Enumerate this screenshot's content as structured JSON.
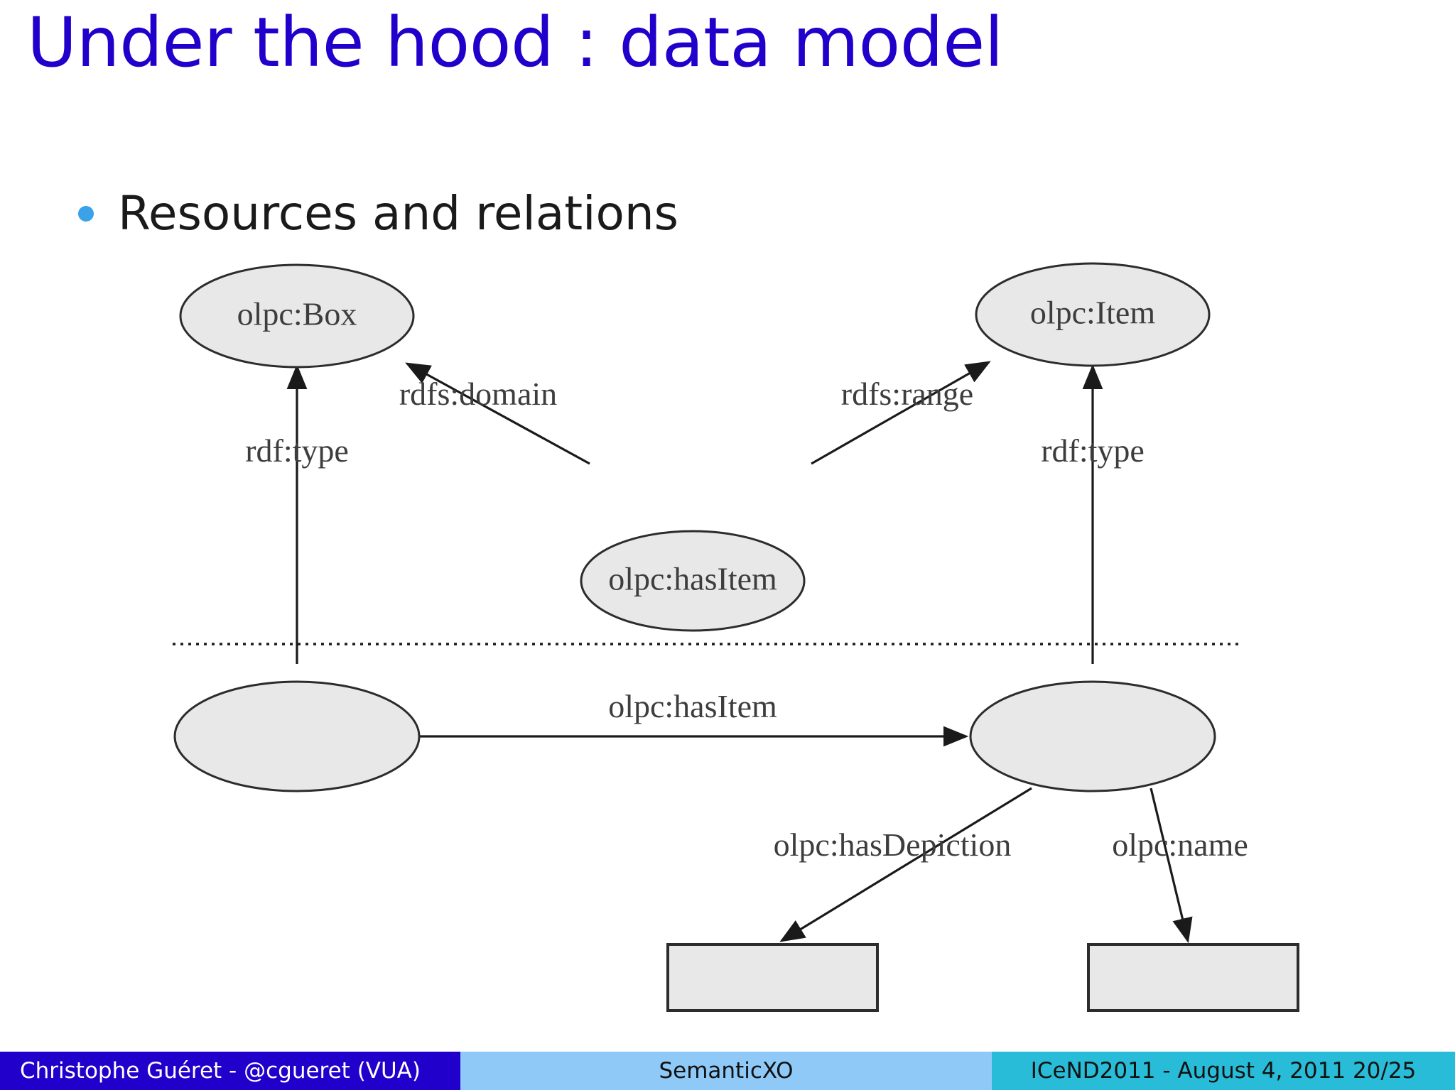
{
  "slide": {
    "title": "Under the hood : data model",
    "title_color": "#2200cc",
    "background": "#ffffff"
  },
  "bullets": [
    {
      "text": "Resources and relations",
      "marker": "bullet-dot",
      "marker_color": "#3ba1e8"
    }
  ],
  "diagram": {
    "kind": "rdf-graph",
    "separator": "dotted-horizontal-line",
    "nodes": [
      {
        "id": "box-class",
        "shape": "ellipse",
        "label": "olpc:Box",
        "layer": "schema"
      },
      {
        "id": "item-class",
        "shape": "ellipse",
        "label": "olpc:Item",
        "layer": "schema"
      },
      {
        "id": "hasitem-prop",
        "shape": "ellipse",
        "label": "olpc:hasItem",
        "layer": "schema"
      },
      {
        "id": "box-inst",
        "shape": "ellipse",
        "label": "",
        "layer": "instance"
      },
      {
        "id": "item-inst",
        "shape": "ellipse",
        "label": "",
        "layer": "instance"
      },
      {
        "id": "depiction-literal",
        "shape": "rect",
        "label": "",
        "layer": "instance"
      },
      {
        "id": "name-literal",
        "shape": "rect",
        "label": "",
        "layer": "instance"
      }
    ],
    "edges": [
      {
        "from": "hasitem-prop",
        "to": "box-class",
        "label": "rdfs:domain",
        "arrow": true
      },
      {
        "from": "hasitem-prop",
        "to": "item-class",
        "label": "rdfs:range",
        "arrow": true
      },
      {
        "from": "box-inst",
        "to": "box-class",
        "label": "rdf:type",
        "arrow": true
      },
      {
        "from": "item-inst",
        "to": "item-class",
        "label": "rdf:type",
        "arrow": true
      },
      {
        "from": "box-inst",
        "to": "item-inst",
        "label": "olpc:hasItem",
        "arrow": true
      },
      {
        "from": "item-inst",
        "to": "depiction-literal",
        "label": "olpc:hasDepiction",
        "arrow": true
      },
      {
        "from": "item-inst",
        "to": "name-literal",
        "label": "olpc:name",
        "arrow": true
      }
    ],
    "labels": {
      "box_class": "olpc:Box",
      "item_class": "olpc:Item",
      "hasitem_property": "olpc:hasItem",
      "rdfs_domain": "rdfs:domain",
      "rdfs_range": "rdfs:range",
      "rdf_type_left": "rdf:type",
      "rdf_type_right": "rdf:type",
      "hasitem_instance": "olpc:hasItem",
      "has_depiction": "olpc:hasDepiction",
      "name": "olpc:name"
    },
    "colors": {
      "node_fill": "#e8e8e8",
      "node_stroke": "#2c2c2c",
      "edge": "#1a1a1a",
      "text": "#3d3d3d"
    }
  },
  "footer": {
    "author": "Christophe Guéret - @cgueret (VUA)",
    "project": "SemanticXO",
    "meta": "ICeND2011 - August 4, 2011 20/25",
    "colors": {
      "author_bg": "#2200cc",
      "project_bg": "#8ec9f7",
      "meta_bg": "#29bcd8"
    }
  }
}
